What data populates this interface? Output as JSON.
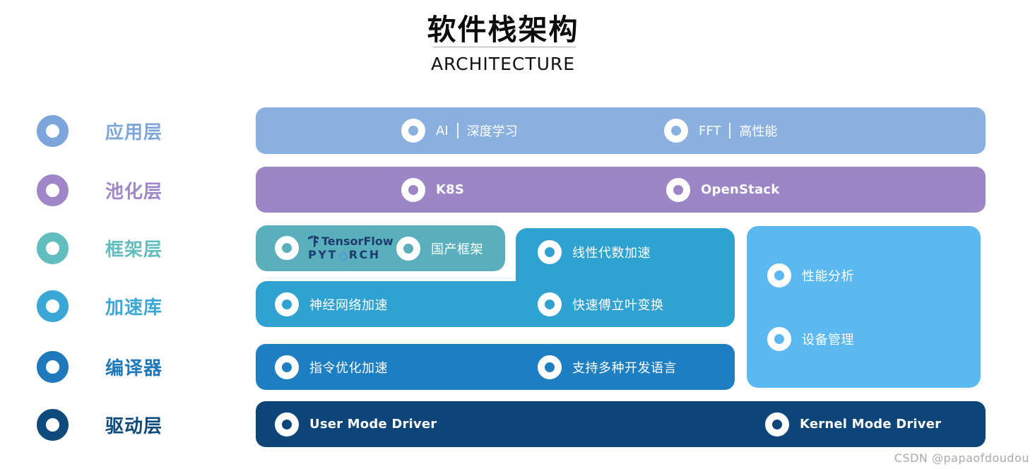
{
  "header": {
    "title": "软件栈架构",
    "subtitle": "ARCHITECTURE"
  },
  "sidebar": {
    "layers": [
      {
        "label": "应用层",
        "color": "#7ca6db"
      },
      {
        "label": "池化层",
        "color": "#9e86c8"
      },
      {
        "label": "框架层",
        "color": "#62bdbe"
      },
      {
        "label": "加速库",
        "color": "#3aa7d7"
      },
      {
        "label": "编译器",
        "color": "#1e78b9"
      },
      {
        "label": "驱动层",
        "color": "#0f4a7d"
      }
    ]
  },
  "blocks": {
    "application": {
      "color": "#8ab0df",
      "items": [
        {
          "text": "AI",
          "suffix": "深度学习"
        },
        {
          "text": "FFT",
          "suffix": "高性能"
        }
      ]
    },
    "pooling": {
      "color": "#9c86c5",
      "items": [
        {
          "text": "K8S"
        },
        {
          "text": "OpenStack"
        }
      ]
    },
    "framework": {
      "color": "#5aafbd",
      "logo_color": "#1e3c6e",
      "flame_color": "#4f9fd6",
      "tensorflow_label": "TensorFlow",
      "pytorch_prefix": "PYT",
      "pytorch_suffix": "RCH",
      "items": [
        {
          "text": "国产框架"
        }
      ]
    },
    "acceleration": {
      "color": "#2fa2d2",
      "items": [
        {
          "text": "线性代数加速"
        },
        {
          "text": "神经网络加速"
        },
        {
          "text": "快速傅立叶变换"
        }
      ]
    },
    "tools": {
      "color": "#5bb8f0",
      "items": [
        {
          "text": "性能分析"
        },
        {
          "text": "设备管理"
        }
      ]
    },
    "compiler": {
      "color": "#1e7ec2",
      "items": [
        {
          "text": "指令优化加速"
        },
        {
          "text": "支持多种开发语言"
        }
      ]
    },
    "driver": {
      "color": "#0d4578",
      "items": [
        {
          "text": "User Mode Driver"
        },
        {
          "text": "Kernel Mode Driver"
        }
      ]
    }
  },
  "watermark": "CSDN @papaofdoudou"
}
